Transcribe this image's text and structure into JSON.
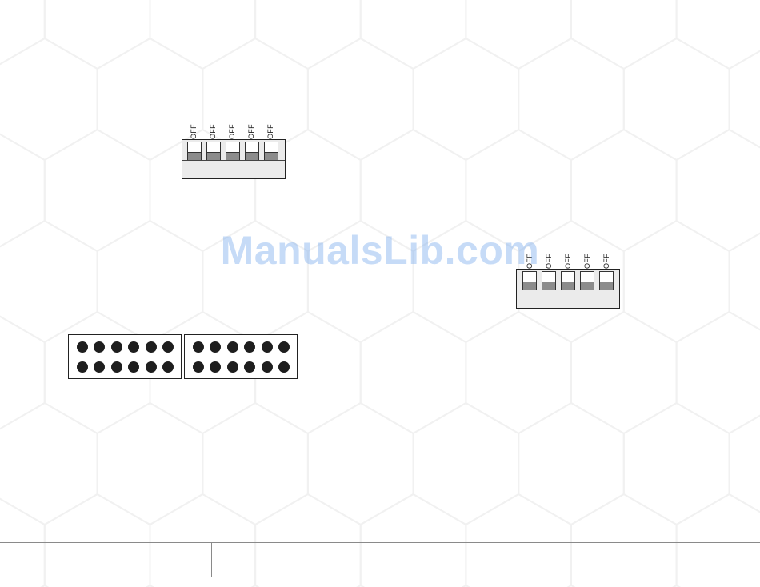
{
  "dip_switch_top": {
    "labels": [
      "OFF",
      "OFF",
      "OFF",
      "OFF",
      "OFF"
    ]
  },
  "dip_switch_right": {
    "labels": [
      "OFF",
      "OFF",
      "OFF",
      "OFF",
      "OFF"
    ]
  },
  "pin_header": {
    "blocks": 2,
    "rows": 2,
    "pins_per_row": 6
  },
  "watermark": "ManualsLib.com",
  "colors": {
    "outline": "#222222",
    "switch_lever": "#8c8c8c",
    "switch_body": "#ebebeb",
    "pin": "#1e1e1e",
    "watermark": "#78aaeb",
    "hex_pattern": "#f1f1f1"
  }
}
